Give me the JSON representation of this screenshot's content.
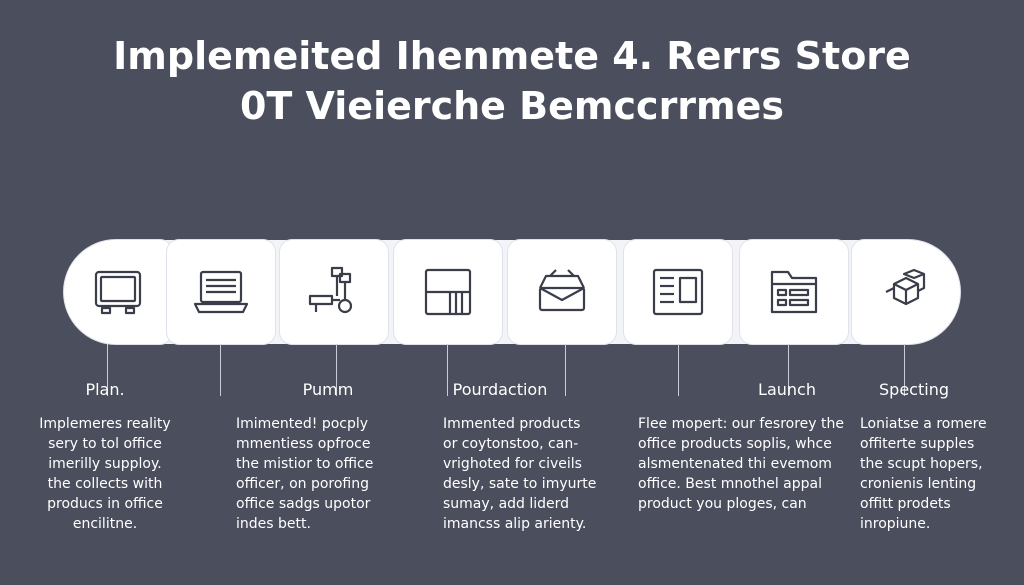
{
  "title": {
    "line1": "Implemeited Ihenmete 4. Rerrs Store",
    "line2": "0T  Vieierche  Bemccrrmes"
  },
  "icons": [
    "monitor-icon",
    "laptop-icon",
    "pipe-fitting-icon",
    "cabinet-icon",
    "open-box-icon",
    "document-icon",
    "folder-icon",
    "boxes-icon"
  ],
  "phases": [
    {
      "label": "Plan."
    },
    {
      "label": "Pumm"
    },
    {
      "label": "Pourdaction"
    },
    {
      "label": "Launch"
    },
    {
      "label": "Specting"
    }
  ],
  "descriptions": [
    "Implemeres reality\nsery to tol office\nimerilly supploy.\nthe collects with\nproducs in office\nencilitne.",
    "Imimented! pocply\nmmentiess opfroce\nthe mistior to office\nofficer, on porofing\noffice sadgs upotor\nindes bett.",
    "Immented products\nor coytonstoo, can-\nvrighoted for civeils\ndesly, sate to imyurte\nsumay, add liderd\nimancss alip arienty.",
    "Flee mopert: our fesrorey the\noffice products soplis, whce\nalsmentenated thi evemom\noffice. Best mnothel appal\nproduct you ploges, can",
    "Loniatse a romere\noffiterte supples\nthe scupt hopers,\ncronienis lenting\noffitt prodets\ninropiune."
  ],
  "colors": {
    "background": "#4b4e5c",
    "bar": "#f3f4f7",
    "icon_stroke": "#3a3d4a",
    "text": "#ffffff"
  }
}
